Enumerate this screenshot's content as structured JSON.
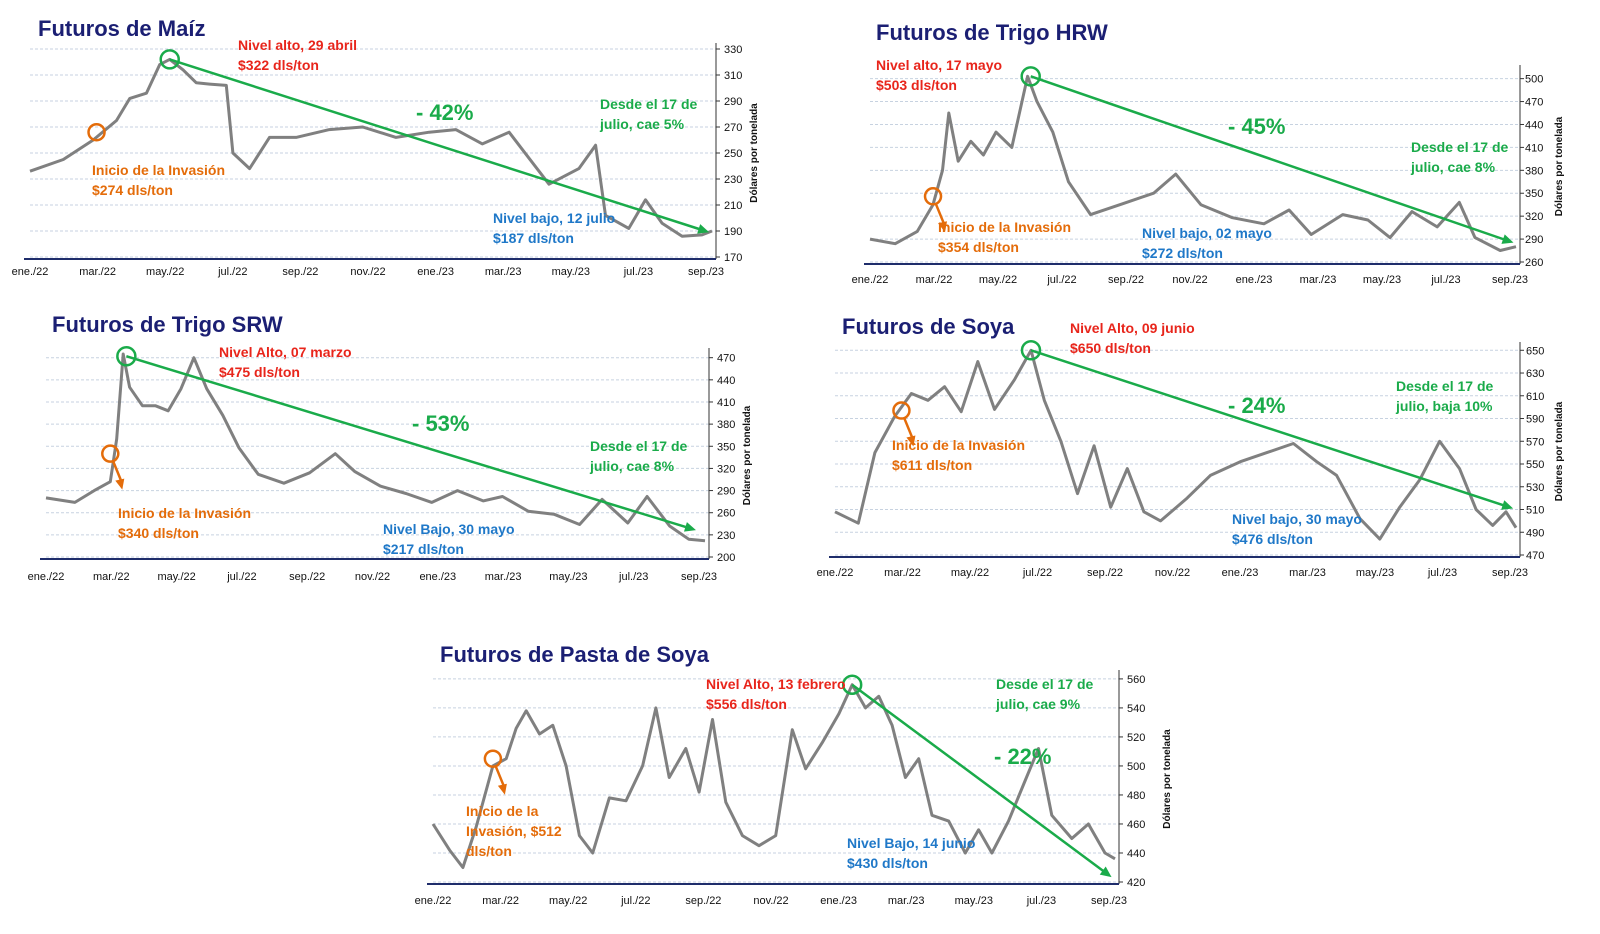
{
  "colors": {
    "title": "#1b1f73",
    "series": "#808080",
    "grid": "#c7d2e0",
    "axis": "#1f2d6b",
    "high": "#e8251b",
    "invasion": "#e46c0a",
    "low": "#1f78c8",
    "trend": "#1aab4a"
  },
  "chart_data": [
    {
      "type": "line",
      "title": "Futuros de Maíz",
      "ylabel": "Dólares por tonelada",
      "x_ticks": [
        "ene./22",
        "mar./22",
        "may./22",
        "jul./22",
        "sep./22",
        "nov./22",
        "ene./23",
        "mar./23",
        "may./23",
        "jul./23",
        "sep./23"
      ],
      "y_ticks": [
        170,
        190,
        210,
        230,
        250,
        270,
        290,
        310,
        330
      ],
      "ylim": [
        170,
        330
      ],
      "x_months": [
        0,
        20.5
      ],
      "series": [
        {
          "points": [
            [
              0,
              236
            ],
            [
              1,
              245
            ],
            [
              1.9,
              260
            ],
            [
              2.6,
              275
            ],
            [
              3,
              292
            ],
            [
              3.5,
              296
            ],
            [
              3.9,
              318
            ],
            [
              4.2,
              322
            ],
            [
              4.6,
              314
            ],
            [
              5,
              304
            ],
            [
              5.4,
              303
            ],
            [
              5.9,
              302
            ],
            [
              6.1,
              250
            ],
            [
              6.6,
              238
            ],
            [
              7.2,
              262
            ],
            [
              8,
              262
            ],
            [
              9,
              268
            ],
            [
              10,
              270
            ],
            [
              11,
              262
            ],
            [
              12,
              266
            ],
            [
              12.8,
              268
            ],
            [
              13.6,
              257
            ],
            [
              14.4,
              266
            ],
            [
              15,
              246
            ],
            [
              15.6,
              226
            ],
            [
              16.5,
              238
            ],
            [
              17,
              256
            ],
            [
              17.3,
              202
            ],
            [
              18,
              192
            ],
            [
              18.5,
              214
            ],
            [
              19,
              196
            ],
            [
              19.6,
              186
            ],
            [
              20.2,
              187
            ],
            [
              20.5,
              190
            ]
          ]
        }
      ],
      "high_point": [
        4.2,
        322
      ],
      "invasion_point": [
        2.0,
        266
      ],
      "trend": [
        [
          4.2,
          322
        ],
        [
          20.3,
          190
        ]
      ],
      "annotations": {
        "high": [
          "Nivel alto, 29 abril",
          "$322 dls/ton"
        ],
        "invasion": [
          "Inicio de la Invasión",
          "$274 dls/ton"
        ],
        "low": [
          "Nivel bajo, 12 julio",
          "$187 dls/ton"
        ],
        "since": [
          "Desde el 17 de",
          "julio, cae 5%"
        ],
        "pct": "- 42%"
      }
    },
    {
      "type": "line",
      "title": "Futuros de Trigo HRW",
      "ylabel": "Dólares por tonelada",
      "x_ticks": [
        "ene./22",
        "mar./22",
        "may./22",
        "jul./22",
        "sep./22",
        "nov./22",
        "ene./23",
        "mar./23",
        "may./23",
        "jul./23",
        "sep./23"
      ],
      "y_ticks": [
        260,
        290,
        320,
        350,
        380,
        410,
        440,
        470,
        500
      ],
      "ylim": [
        260,
        510
      ],
      "x_months": [
        0,
        20.5
      ],
      "series": [
        {
          "points": [
            [
              0,
              290
            ],
            [
              0.8,
              284
            ],
            [
              1.5,
              300
            ],
            [
              2,
              335
            ],
            [
              2.3,
              380
            ],
            [
              2.5,
              455
            ],
            [
              2.8,
              392
            ],
            [
              3.2,
              418
            ],
            [
              3.6,
              400
            ],
            [
              4,
              430
            ],
            [
              4.5,
              410
            ],
            [
              5,
              503
            ],
            [
              5.3,
              470
            ],
            [
              5.8,
              430
            ],
            [
              6.3,
              365
            ],
            [
              7,
              322
            ],
            [
              8,
              336
            ],
            [
              9,
              350
            ],
            [
              9.7,
              375
            ],
            [
              10.5,
              335
            ],
            [
              11.5,
              318
            ],
            [
              12.5,
              310
            ],
            [
              13.3,
              328
            ],
            [
              14,
              296
            ],
            [
              15,
              322
            ],
            [
              15.8,
              315
            ],
            [
              16.5,
              292
            ],
            [
              17.2,
              326
            ],
            [
              18,
              306
            ],
            [
              18.7,
              338
            ],
            [
              19.2,
              292
            ],
            [
              20,
              275
            ],
            [
              20.5,
              280
            ]
          ]
        }
      ],
      "high_point": [
        5.1,
        503
      ],
      "invasion_point": [
        2.0,
        346
      ],
      "trend": [
        [
          5.1,
          503
        ],
        [
          20.3,
          287
        ]
      ],
      "annotations": {
        "high": [
          "Nivel alto, 17 mayo",
          "$503 dls/ton"
        ],
        "invasion": [
          "Inicio de la Invasión",
          "$354 dls/ton"
        ],
        "low": [
          "Nivel bajo, 02 mayo",
          "$272 dls/ton"
        ],
        "since": [
          "Desde el 17 de",
          "julio, cae 8%"
        ],
        "pct": "- 45%"
      }
    },
    {
      "type": "line",
      "title": "Futuros de Trigo SRW",
      "ylabel": "Dólares por tonelada",
      "x_ticks": [
        "ene./22",
        "mar./22",
        "may./22",
        "jul./22",
        "sep./22",
        "nov./22",
        "ene./23",
        "mar./23",
        "may./23",
        "jul./23",
        "sep./23"
      ],
      "y_ticks": [
        200,
        230,
        260,
        290,
        320,
        350,
        380,
        410,
        440,
        470
      ],
      "ylim": [
        200,
        475
      ],
      "x_months": [
        0,
        20.5
      ],
      "series": [
        {
          "points": [
            [
              0,
              280
            ],
            [
              0.9,
              274
            ],
            [
              1.5,
              290
            ],
            [
              2,
              302
            ],
            [
              2.2,
              360
            ],
            [
              2.4,
              475
            ],
            [
              2.6,
              430
            ],
            [
              3,
              405
            ],
            [
              3.4,
              405
            ],
            [
              3.8,
              398
            ],
            [
              4.2,
              428
            ],
            [
              4.6,
              470
            ],
            [
              5,
              428
            ],
            [
              5.5,
              392
            ],
            [
              6,
              348
            ],
            [
              6.6,
              312
            ],
            [
              7.4,
              300
            ],
            [
              8.2,
              314
            ],
            [
              9,
              340
            ],
            [
              9.6,
              316
            ],
            [
              10.4,
              296
            ],
            [
              11.2,
              286
            ],
            [
              12,
              274
            ],
            [
              12.8,
              290
            ],
            [
              13.6,
              276
            ],
            [
              14.2,
              282
            ],
            [
              15,
              262
            ],
            [
              15.8,
              258
            ],
            [
              16.6,
              244
            ],
            [
              17.3,
              278
            ],
            [
              18.1,
              246
            ],
            [
              18.7,
              282
            ],
            [
              19.4,
              242
            ],
            [
              20,
              224
            ],
            [
              20.5,
              222
            ]
          ]
        }
      ],
      "high_point": [
        2.5,
        472
      ],
      "invasion_point": [
        2.0,
        340
      ],
      "trend": [
        [
          2.5,
          472
        ],
        [
          20.1,
          238
        ]
      ],
      "annotations": {
        "high": [
          "Nivel Alto, 07 marzo",
          "$475 dls/ton"
        ],
        "invasion": [
          "Inicio de la Invasión",
          "$340 dls/ton"
        ],
        "low": [
          "Nivel Bajo, 30 mayo",
          "$217 dls/ton"
        ],
        "since": [
          "Desde el 17 de",
          "julio, cae 8%"
        ],
        "pct": "- 53%"
      }
    },
    {
      "type": "line",
      "title": "Futuros de Soya",
      "ylabel": "Dólares por tonelada",
      "x_ticks": [
        "ene./22",
        "mar./22",
        "may./22",
        "jul./22",
        "sep./22",
        "nov./22",
        "ene./23",
        "mar./23",
        "may./23",
        "jul./23",
        "sep./23"
      ],
      "y_ticks": [
        470,
        490,
        510,
        530,
        550,
        570,
        590,
        610,
        630,
        650
      ],
      "ylim": [
        470,
        652
      ],
      "x_months": [
        0,
        20.5
      ],
      "series": [
        {
          "points": [
            [
              0,
              508
            ],
            [
              0.7,
              498
            ],
            [
              1.2,
              560
            ],
            [
              1.8,
              592
            ],
            [
              2.3,
              612
            ],
            [
              2.8,
              606
            ],
            [
              3.3,
              618
            ],
            [
              3.8,
              596
            ],
            [
              4.3,
              640
            ],
            [
              4.8,
              598
            ],
            [
              5.4,
              624
            ],
            [
              5.9,
              650
            ],
            [
              6.3,
              606
            ],
            [
              6.8,
              570
            ],
            [
              7.3,
              524
            ],
            [
              7.8,
              566
            ],
            [
              8.3,
              512
            ],
            [
              8.8,
              546
            ],
            [
              9.3,
              508
            ],
            [
              9.8,
              500
            ],
            [
              10.6,
              520
            ],
            [
              11.3,
              540
            ],
            [
              12.2,
              552
            ],
            [
              13,
              560
            ],
            [
              13.8,
              568
            ],
            [
              14.5,
              552
            ],
            [
              15.1,
              540
            ],
            [
              15.8,
              502
            ],
            [
              16.4,
              484
            ],
            [
              17,
              512
            ],
            [
              17.6,
              536
            ],
            [
              18.2,
              570
            ],
            [
              18.8,
              546
            ],
            [
              19.3,
              510
            ],
            [
              19.8,
              496
            ],
            [
              20.2,
              508
            ],
            [
              20.5,
              494
            ]
          ]
        }
      ],
      "high_point": [
        5.9,
        650
      ],
      "invasion_point": [
        2.0,
        597
      ],
      "trend": [
        [
          5.9,
          650
        ],
        [
          20.3,
          512
        ]
      ],
      "annotations": {
        "high": [
          "Nivel Alto, 09 junio",
          "$650 dls/ton"
        ],
        "invasion": [
          "Inicio de la Invasión",
          "$611 dls/ton"
        ],
        "low": [
          "Nivel bajo, 30 mayo",
          "$476 dls/ton"
        ],
        "since": [
          "Desde el 17 de",
          "julio, baja 10%"
        ],
        "pct": "- 24%"
      }
    },
    {
      "type": "line",
      "title": "Futuros de Pasta de Soya",
      "ylabel": "Dólares por tonelada",
      "x_ticks": [
        "ene./22",
        "mar./22",
        "may./22",
        "jul./22",
        "sep./22",
        "nov./22",
        "ene./23",
        "mar./23",
        "may./23",
        "jul./23",
        "sep./23"
      ],
      "y_ticks": [
        420,
        440,
        460,
        480,
        500,
        520,
        540,
        560
      ],
      "ylim": [
        420,
        562
      ],
      "x_months": [
        0,
        20.5
      ],
      "series": [
        {
          "points": [
            [
              0,
              460
            ],
            [
              0.5,
              442
            ],
            [
              0.9,
              430
            ],
            [
              1.3,
              458
            ],
            [
              1.8,
              500
            ],
            [
              2.2,
              505
            ],
            [
              2.5,
              526
            ],
            [
              2.8,
              538
            ],
            [
              3.2,
              522
            ],
            [
              3.6,
              528
            ],
            [
              4,
              500
            ],
            [
              4.4,
              452
            ],
            [
              4.8,
              440
            ],
            [
              5.3,
              478
            ],
            [
              5.8,
              476
            ],
            [
              6.3,
              500
            ],
            [
              6.7,
              540
            ],
            [
              7.1,
              492
            ],
            [
              7.6,
              512
            ],
            [
              8,
              482
            ],
            [
              8.4,
              532
            ],
            [
              8.8,
              475
            ],
            [
              9.3,
              452
            ],
            [
              9.8,
              445
            ],
            [
              10.3,
              452
            ],
            [
              10.8,
              525
            ],
            [
              11.2,
              498
            ],
            [
              11.7,
              516
            ],
            [
              12.2,
              536
            ],
            [
              12.6,
              556
            ],
            [
              13,
              540
            ],
            [
              13.4,
              548
            ],
            [
              13.8,
              528
            ],
            [
              14.2,
              492
            ],
            [
              14.6,
              505
            ],
            [
              15,
              466
            ],
            [
              15.5,
              462
            ],
            [
              16,
              440
            ],
            [
              16.4,
              456
            ],
            [
              16.8,
              440
            ],
            [
              17.3,
              462
            ],
            [
              17.8,
              490
            ],
            [
              18.2,
              512
            ],
            [
              18.6,
              466
            ],
            [
              19.2,
              450
            ],
            [
              19.7,
              460
            ],
            [
              20.2,
              440
            ],
            [
              20.5,
              436
            ]
          ]
        }
      ],
      "high_point": [
        12.6,
        556
      ],
      "invasion_point": [
        1.8,
        505
      ],
      "trend": [
        [
          12.6,
          556
        ],
        [
          20.3,
          425
        ]
      ],
      "annotations": {
        "high": [
          "Nivel Alto, 13 febrero",
          "$556 dls/ton"
        ],
        "invasion": [
          "Inicio de la",
          "Invasión, $512",
          "dls/ton"
        ],
        "low": [
          "Nivel Bajo, 14 junio",
          "$430 dls/ton"
        ],
        "since": [
          "Desde el 17 de",
          "julio, cae 9%"
        ],
        "pct": "- 22%"
      }
    }
  ]
}
